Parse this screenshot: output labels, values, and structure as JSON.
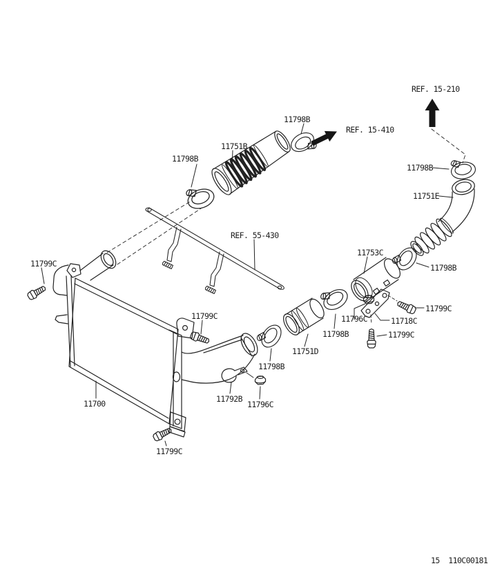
{
  "page": {
    "background": "#ffffff",
    "ink_color": "#222222",
    "arrow_color": "#161616",
    "doc_number": "15  110C00181"
  },
  "labels": [
    {
      "id": "ref-15-210",
      "text": "REF. 15-210"
    },
    {
      "id": "clamp-hoseB-right",
      "text": "11798B"
    },
    {
      "id": "ref-15-410",
      "text": "REF. 15-410"
    },
    {
      "id": "hose-upper",
      "text": "11751B"
    },
    {
      "id": "clamp-hoseB-left",
      "text": "11798B"
    },
    {
      "id": "clamp-hoseE-top",
      "text": "11798B"
    },
    {
      "id": "hose-elbow",
      "text": "11751E"
    },
    {
      "id": "ref-55-430",
      "text": "REF. 55-430"
    },
    {
      "id": "tube",
      "text": "11753C"
    },
    {
      "id": "bolt-left",
      "text": "11799C"
    },
    {
      "id": "clamp-tube-top",
      "text": "11798B"
    },
    {
      "id": "bolt-bracket-right",
      "text": "11799C"
    },
    {
      "id": "nut-bracket",
      "text": "11796C"
    },
    {
      "id": "bracket",
      "text": "11718C"
    },
    {
      "id": "bolt-intercooler-top",
      "text": "11799C"
    },
    {
      "id": "clamp-tube-bottom",
      "text": "11798B"
    },
    {
      "id": "bolt-bracket-lower",
      "text": "11799C"
    },
    {
      "id": "hose-short",
      "text": "11751D"
    },
    {
      "id": "clamp-outlet",
      "text": "11798B"
    },
    {
      "id": "strap-clamp",
      "text": "11792B"
    },
    {
      "id": "nut-strap",
      "text": "11796C"
    },
    {
      "id": "intercooler",
      "text": "11700"
    },
    {
      "id": "bolt-bottom",
      "text": "11799C"
    },
    {
      "id": "doc-number",
      "text": "15  110C00181"
    }
  ]
}
